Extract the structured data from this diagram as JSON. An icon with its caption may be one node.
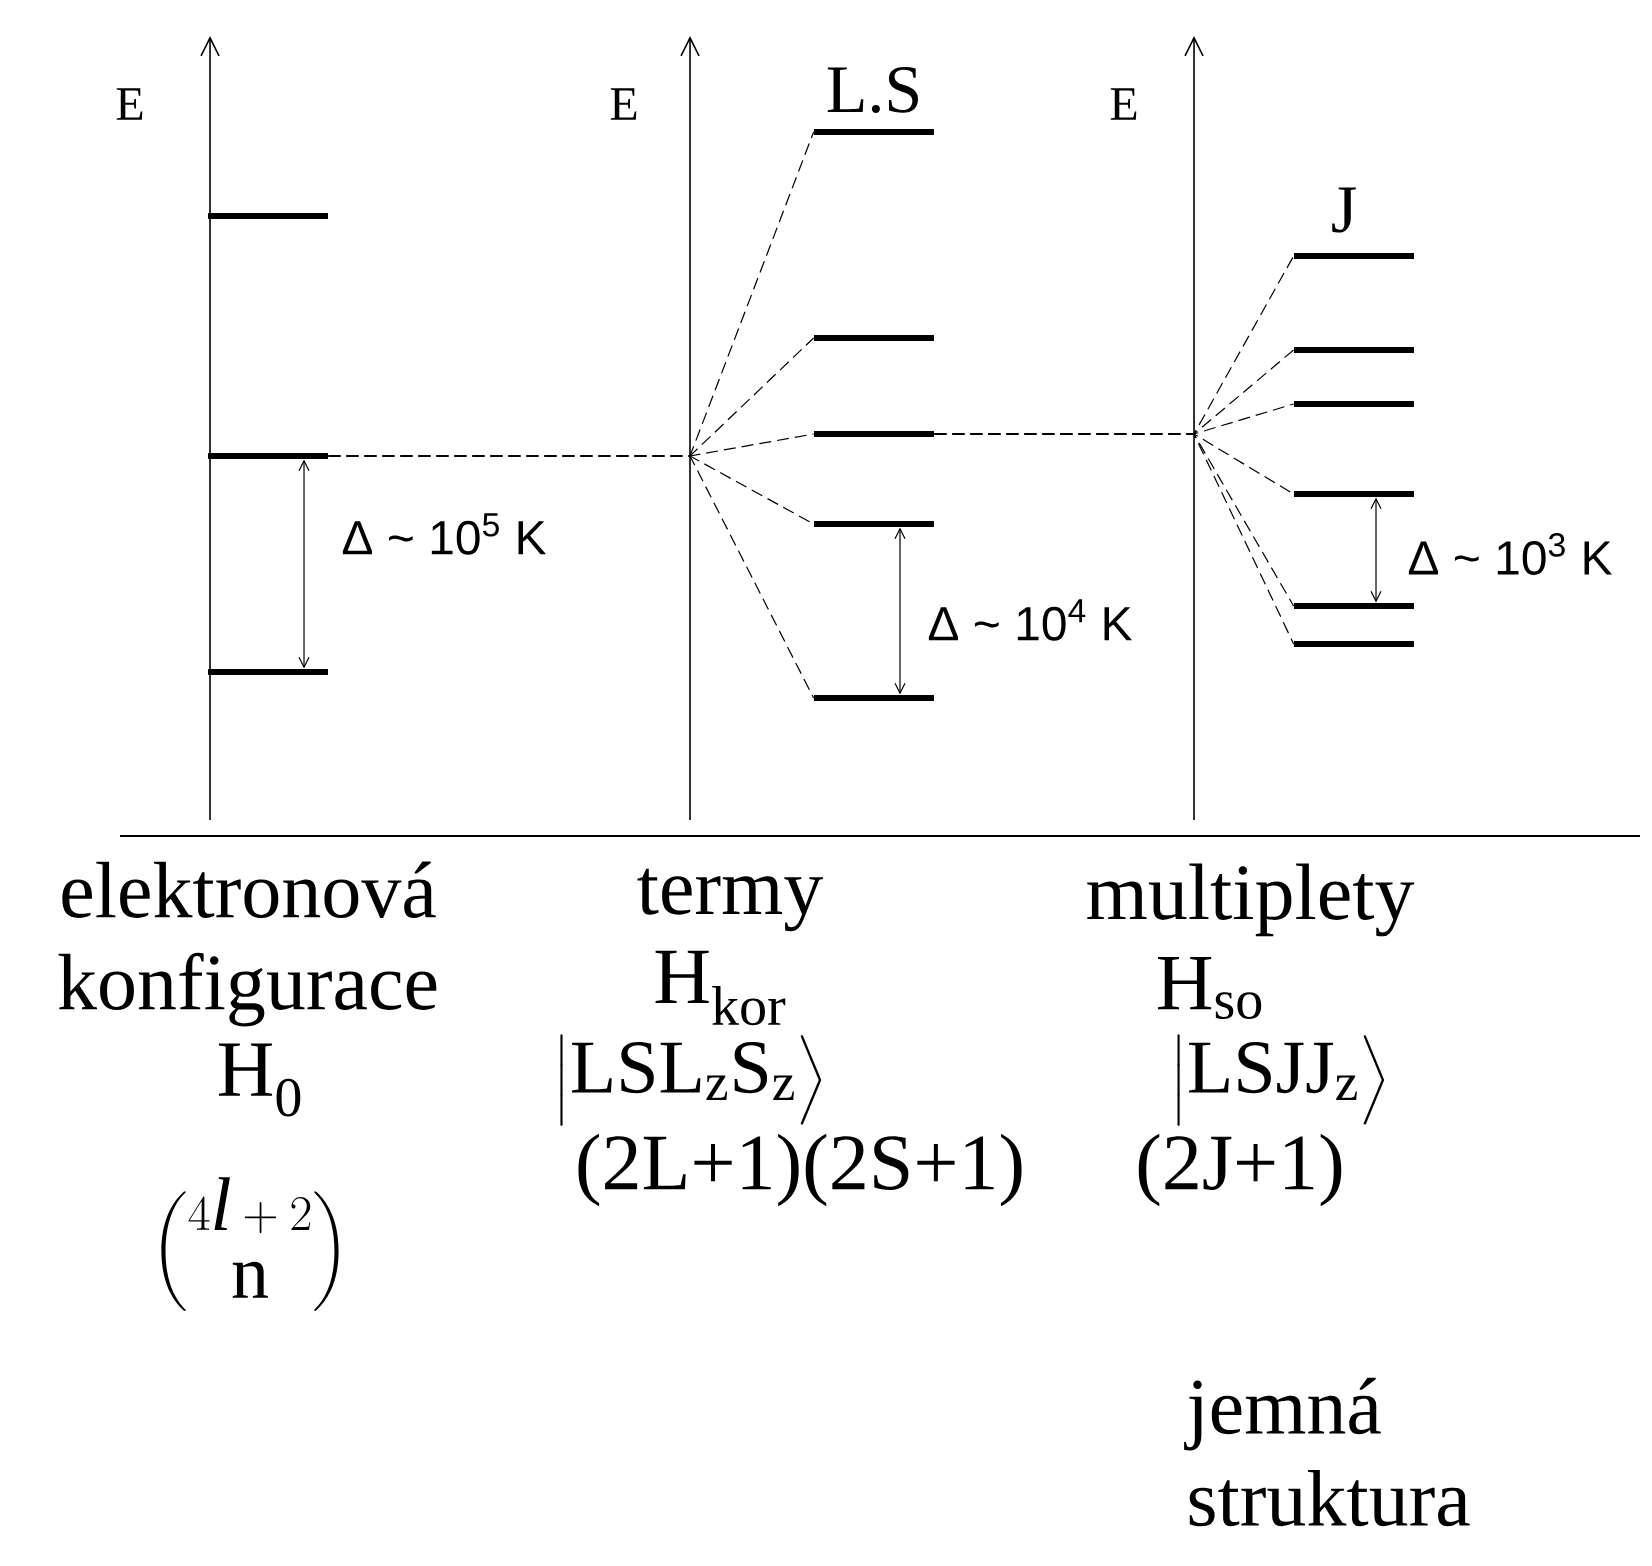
{
  "diagram": {
    "nodes": [
      {
        "text": [],
        "shape": "bar"
      },
      {
        "text": [],
        "shape": "bar"
      },
      {
        "text": [],
        "shape": "bar"
      },
      {
        "text": [],
        "shape": "bar"
      },
      {
        "text": [],
        "shape": "bar"
      },
      {
        "text": [],
        "shape": "bar"
      },
      {
        "text": [],
        "shape": "bar"
      },
      {
        "text": [],
        "shape": "bar"
      },
      {
        "text": [],
        "shape": "bar"
      },
      {
        "text": [],
        "shape": "bar"
      },
      {
        "text": [],
        "shape": "bar"
      },
      {
        "text": [],
        "shape": "bar"
      },
      {
        "text": [],
        "shape": "bar"
      },
      {
        "text": [],
        "shape": "bar"
      }
    ],
    "edges": [
      {
        "from": 1,
        "to": 3,
        "arrow": "none",
        "style": "dashed"
      },
      {
        "from": 1,
        "to": 4,
        "arrow": "none",
        "style": "dashed"
      },
      {
        "from": 1,
        "to": 5,
        "arrow": "none",
        "style": "dashed"
      },
      {
        "from": 1,
        "to": 6,
        "arrow": "none",
        "style": "dashed"
      },
      {
        "from": 1,
        "to": 7,
        "arrow": "none",
        "style": "dashed"
      },
      {
        "from": 5,
        "to": 8,
        "arrow": "none",
        "style": "dashed"
      },
      {
        "from": 5,
        "to": 9,
        "arrow": "none",
        "style": "dashed"
      },
      {
        "from": 5,
        "to": 10,
        "arrow": "none",
        "style": "dashed"
      },
      {
        "from": 5,
        "to": 11,
        "arrow": "none",
        "style": "dashed"
      },
      {
        "from": 5,
        "to": 12,
        "arrow": "none",
        "style": "dashed"
      },
      {
        "from": 5,
        "to": 13,
        "arrow": "none",
        "style": "dashed"
      },
      {
        "from": 1,
        "to": 2,
        "arrow": "both",
        "label": "Δ ~ 10$^{5}$ K"
      },
      {
        "from": 6,
        "to": 7,
        "arrow": "both",
        "label": "Δ ~ 10$^{4}$ K"
      },
      {
        "from": 11,
        "to": 12,
        "arrow": "both",
        "label": "Δ ~ 10$^{3}$ K"
      }
    ],
    "labels": [
      "E",
      "E",
      "L.S",
      "E",
      "J",
      "elektronová konfigurace",
      "H$_{0}$",
      "\\binom{4\\mathit{l}+2}{\\mathrm{n}}",
      "termy",
      "H$_{kor}$",
      "\\left|\\mathrm{LSL_{z}S_{z}}\\right\\rangle",
      "(2L+1)(2S+1)",
      "multiplety",
      "H$_{so}$",
      "\\left|\\mathrm{LSJJ_{z}}\\right\\rangle",
      "(2J+1)",
      "jemná struktura"
    ]
  }
}
